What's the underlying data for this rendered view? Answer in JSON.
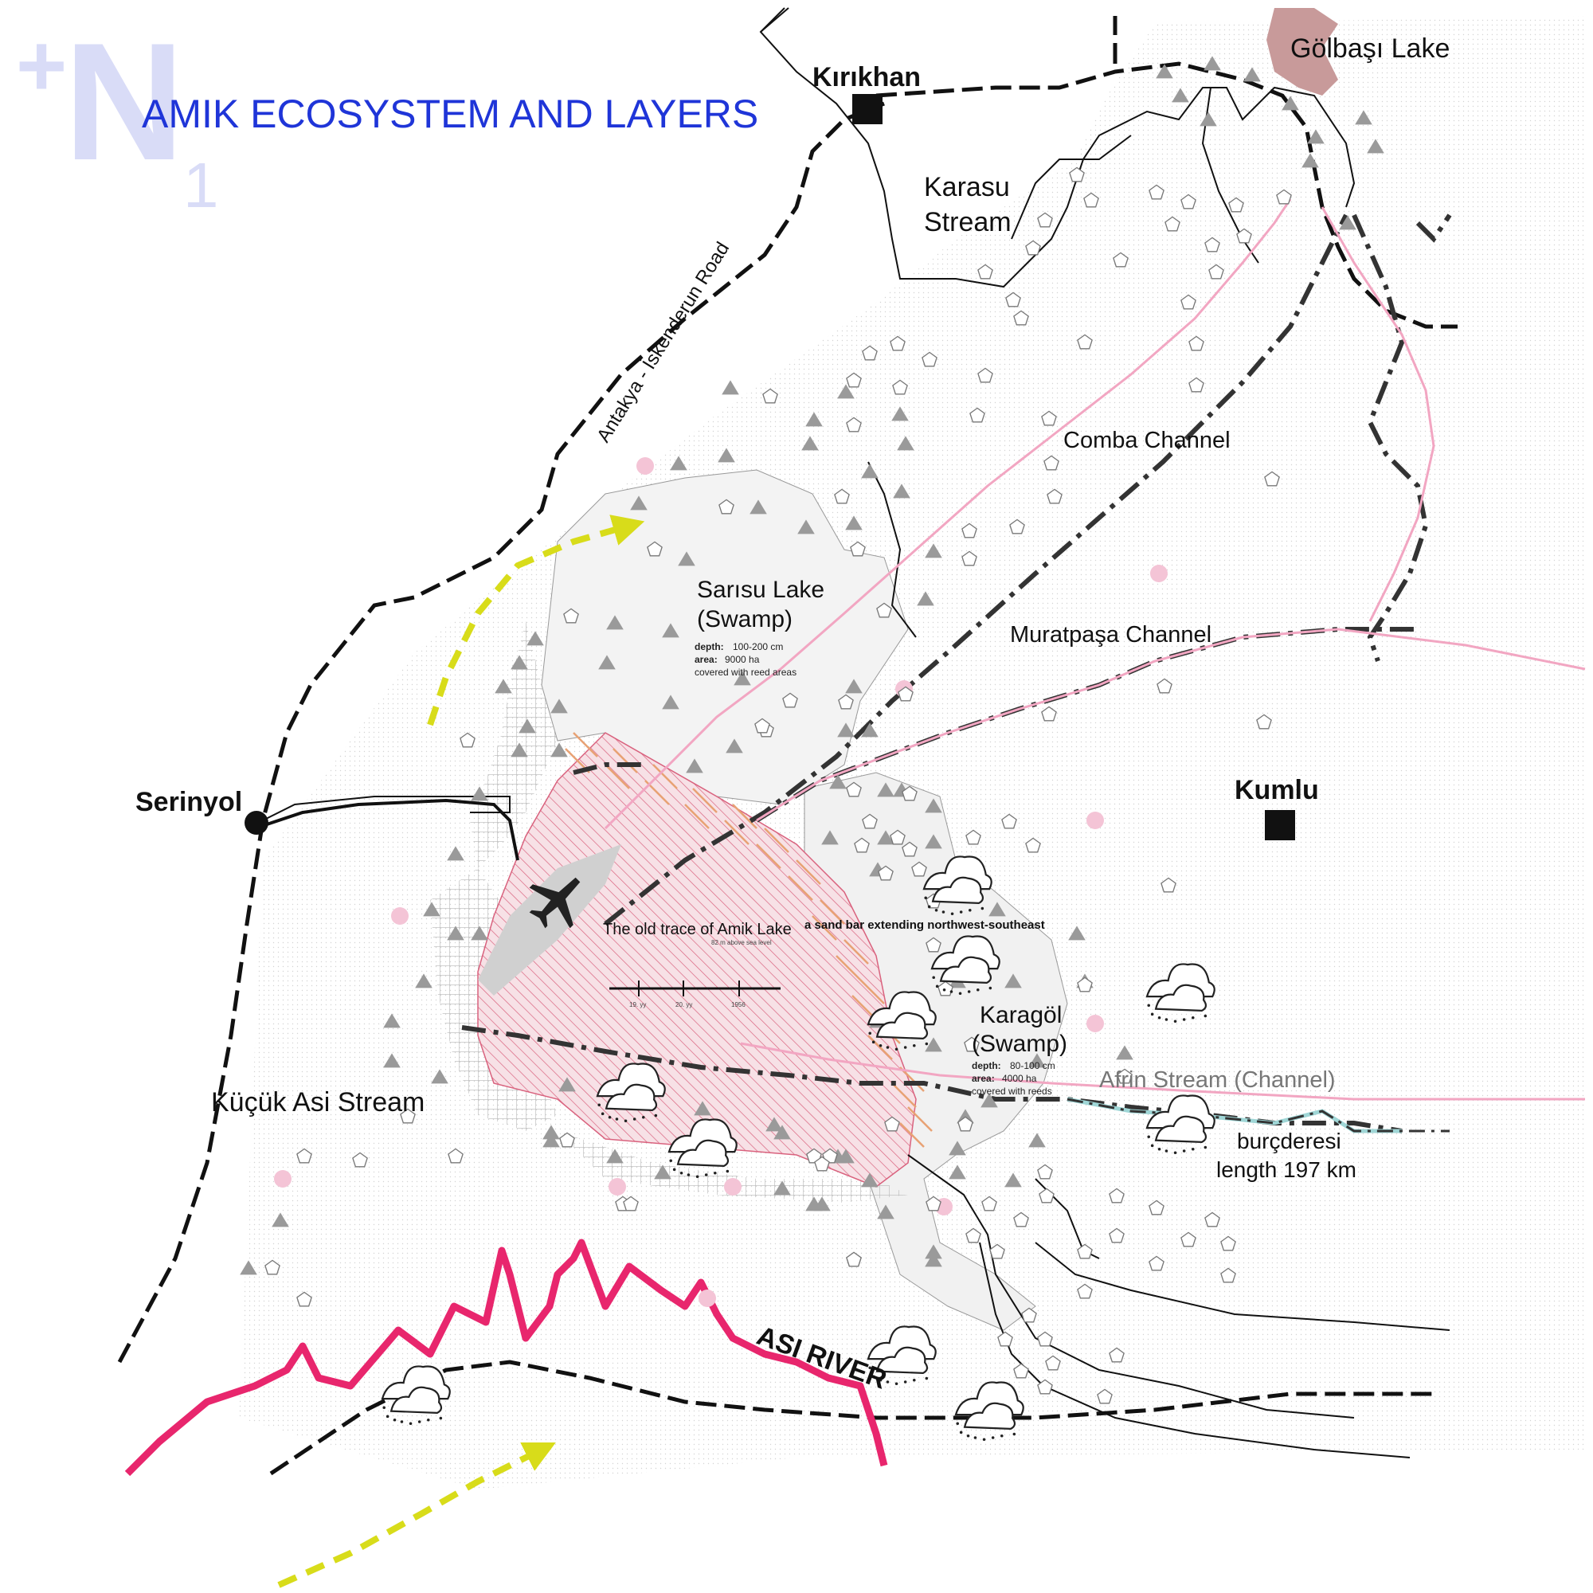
{
  "title": "AMIK ECOSYSTEM AND LAYERS",
  "north": {
    "letter": "N",
    "plus": "+",
    "index": "1"
  },
  "places": {
    "kirikhan": "Kırıkhan",
    "serinyol": "Serinyol",
    "kumlu": "Kumlu"
  },
  "water": {
    "golbasi": "Gölbaşı Lake",
    "karasu_1": "Karasu",
    "karasu_2": "Stream",
    "comba": "Comba Channel",
    "muratpasa": "Muratpaşa Channel",
    "sarisu_1": "Sarısu Lake",
    "sarisu_2": "(Swamp)",
    "karagol_1": "Karagöl",
    "karagol_2": "(Swamp)",
    "afrin": "Afrin Stream (Channel)",
    "kucuk_asi": "Küçük Asi Stream",
    "asi": "ASI RIVER",
    "burcderesi_1": "burçderesi",
    "burcderesi_2": "length 197 km"
  },
  "road": "Antakya - İskenderun Road",
  "sarisu_info": {
    "depth_key": "depth:",
    "depth_val": "100-200 cm",
    "area_key": "area:",
    "area_val": "9000 ha",
    "note": "covered with reed areas"
  },
  "karagol_info": {
    "depth_key": "depth:",
    "depth_val": "80-100 cm",
    "area_key": "area:",
    "area_val": "4000 ha",
    "note": "covered with reeds"
  },
  "amik": {
    "label": "The old trace of Amik Lake",
    "sub": "82 m above sea level",
    "sand_bar": "a sand bar extending northwest-southeast",
    "timeline": [
      "19. yy",
      "20. yy",
      "1956"
    ]
  },
  "colors": {
    "title": "#1f35d8",
    "north": "#d9dcf7",
    "asi_river": "#e8266d",
    "channel_pink": "#f2a6c2",
    "lake_hatch": "#d9627e",
    "golbasi": "#c89a9a",
    "arrow": "#d8dc1a",
    "burc": "#9fd6d6"
  }
}
